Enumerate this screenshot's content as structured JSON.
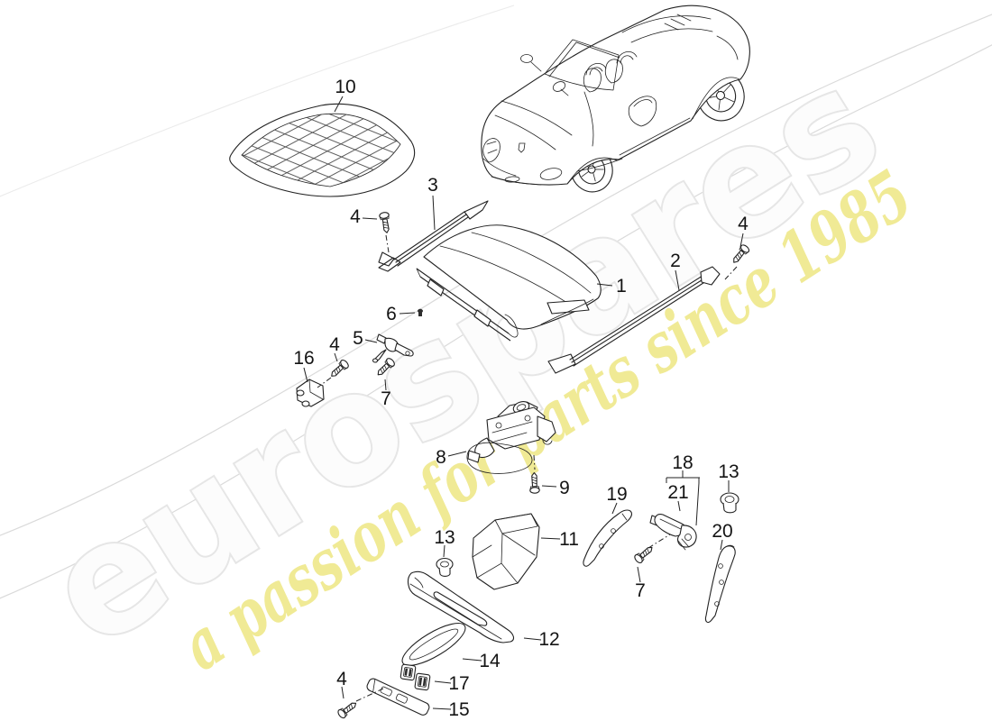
{
  "watermark": {
    "brand": "eurospares",
    "tagline": "a passion for parts since 1985"
  },
  "colors": {
    "accent_yellow": "#f0ea95",
    "watermark_gray": "#e6e6e6",
    "line_color": "#222222",
    "background": "#ffffff"
  },
  "callouts": [
    "10",
    "3",
    "4",
    "4",
    "2",
    "1",
    "6",
    "5",
    "4",
    "16",
    "7",
    "8",
    "9",
    "13",
    "11",
    "19",
    "18",
    "21",
    "13",
    "20",
    "7",
    "12",
    "14",
    "17",
    "15",
    "4"
  ]
}
